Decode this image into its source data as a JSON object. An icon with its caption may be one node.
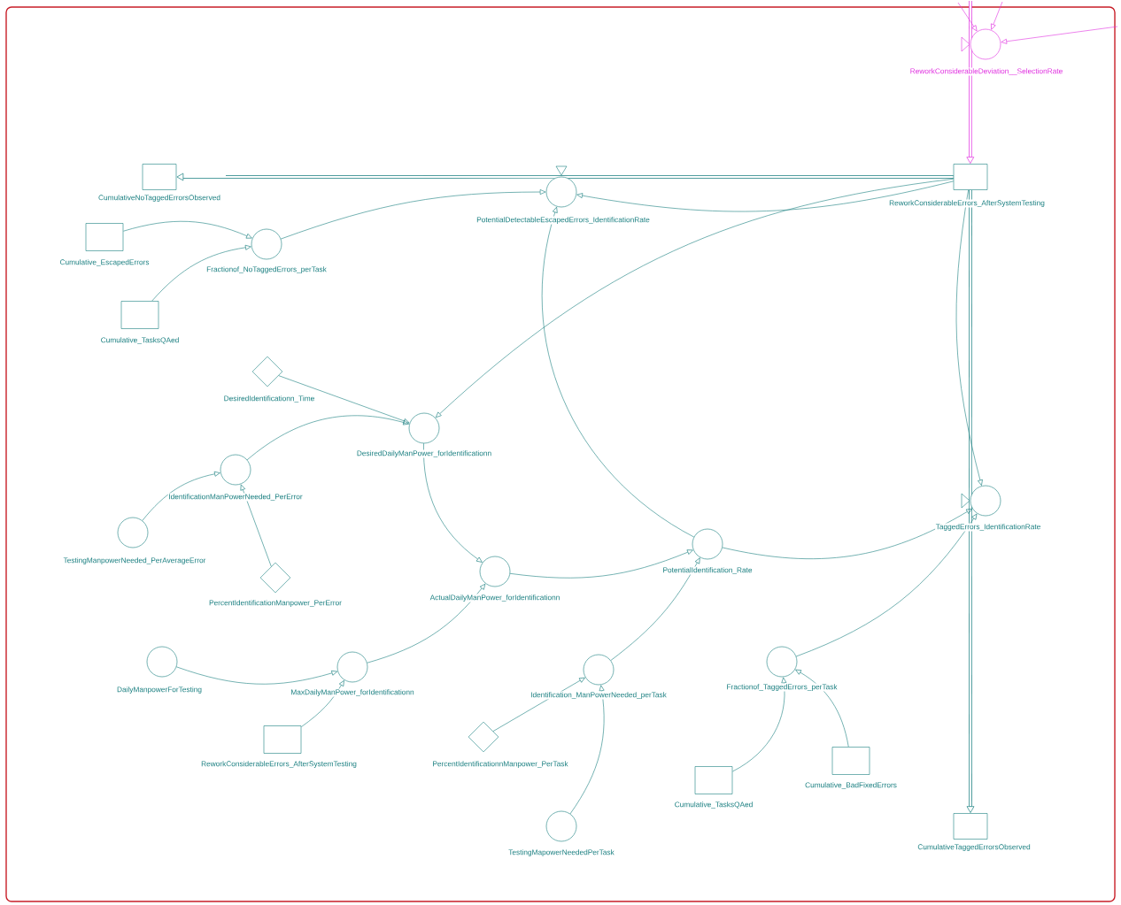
{
  "diagram": {
    "nodes": [
      {
        "text": [
          "CumulativeNoTaggedErrorsObserved"
        ]
      },
      {
        "text": [
          "PotentialDetectableEscapedErrors_IdentificationRate"
        ]
      },
      {
        "text": [
          "ReworkConsiderableErrors_AfterSystemTesting"
        ]
      },
      {
        "text": [
          "ReworkConsiderableDeviation__SelectionRate"
        ]
      },
      {
        "text": [
          "Cumulative_EscapedErrors"
        ]
      },
      {
        "text": [
          "Fractionof_NoTaggedErrors_perTask"
        ]
      },
      {
        "text": [
          "Cumulative_TasksQAed"
        ]
      },
      {
        "text": [
          "DesiredIdentificationn_Time"
        ]
      },
      {
        "text": [
          "DesiredDailyManPower_forIdentificationn"
        ]
      },
      {
        "text": [
          "IdentificationManPowerNeeded_PerError"
        ]
      },
      {
        "text": [
          "TestingManpowerNeeded_PerAverageError"
        ]
      },
      {
        "text": [
          "PercentIdentificationManpower_PerError"
        ]
      },
      {
        "text": [
          "ActualDailyManPower_forIdentificationn"
        ]
      },
      {
        "text": [
          "PotentialIdentification_Rate"
        ]
      },
      {
        "text": [
          "TaggedErrors_IdentificationRate"
        ]
      },
      {
        "text": [
          "DailyManpowerForTesting"
        ]
      },
      {
        "text": [
          "MaxDailyManPower_forIdentificationn"
        ]
      },
      {
        "text": [
          "Identification_ManPowerNeeded_perTask"
        ]
      },
      {
        "text": [
          "Fractionof_TaggedErrors_perTask"
        ]
      },
      {
        "text": [
          "ReworkConsiderableErrors_AfterSystemTesting"
        ]
      },
      {
        "text": [
          "PercentIdentificationnManpower_PerTask"
        ]
      },
      {
        "text": [
          "Cumulative_TasksQAed"
        ]
      },
      {
        "text": [
          "Cumulative_BadFixedErrors"
        ]
      },
      {
        "text": [
          "TestingMapowerNeededPerTask"
        ]
      },
      {
        "text": [
          "CumulativeTaggedErrorsObserved"
        ]
      }
    ],
    "edges": [
      {
        "from": null,
        "to": 3,
        "arrow": "none",
        "style": "thick",
        "color": "#e030e0"
      },
      {
        "from": 3,
        "to": 2,
        "arrow": "to",
        "style": "thick",
        "color": "#e030e0"
      },
      {
        "from": null,
        "to": 3,
        "arrow": "to",
        "color": "#e030e0"
      },
      {
        "from": null,
        "to": 3,
        "arrow": "to",
        "color": "#e030e0"
      },
      {
        "from": null,
        "to": 3,
        "arrow": "to",
        "color": "#e030e0"
      },
      {
        "from": 2,
        "to": 1,
        "arrow": "none",
        "style": "thick"
      },
      {
        "from": 1,
        "to": 0,
        "arrow": "to",
        "style": "thick"
      },
      {
        "from": 2,
        "to": 14,
        "arrow": "none",
        "style": "thick"
      },
      {
        "from": 14,
        "to": 24,
        "arrow": "to",
        "style": "thick"
      },
      {
        "from": 4,
        "to": 5,
        "arrow": "to"
      },
      {
        "from": 6,
        "to": 5,
        "arrow": "to"
      },
      {
        "from": 5,
        "to": 1,
        "arrow": "to"
      },
      {
        "from": 2,
        "to": 1,
        "arrow": "to"
      },
      {
        "from": 2,
        "to": 8,
        "arrow": "to"
      },
      {
        "from": 13,
        "to": 1,
        "arrow": "to"
      },
      {
        "from": 13,
        "to": 14,
        "arrow": "to"
      },
      {
        "from": 2,
        "to": 14,
        "arrow": "to"
      },
      {
        "from": 18,
        "to": 14,
        "arrow": "to"
      },
      {
        "from": 7,
        "to": 8,
        "arrow": "to"
      },
      {
        "from": 9,
        "to": 8,
        "arrow": "to"
      },
      {
        "from": 8,
        "to": 12,
        "arrow": "to"
      },
      {
        "from": 10,
        "to": 9,
        "arrow": "to"
      },
      {
        "from": 11,
        "to": 9,
        "arrow": "to"
      },
      {
        "from": 16,
        "to": 12,
        "arrow": "to"
      },
      {
        "from": 12,
        "to": 13,
        "arrow": "to"
      },
      {
        "from": 15,
        "to": 16,
        "arrow": "to"
      },
      {
        "from": 19,
        "to": 16,
        "arrow": "to"
      },
      {
        "from": 20,
        "to": 17,
        "arrow": "to"
      },
      {
        "from": 23,
        "to": 17,
        "arrow": "to"
      },
      {
        "from": 17,
        "to": 13,
        "arrow": "to"
      },
      {
        "from": 21,
        "to": 18,
        "arrow": "to"
      },
      {
        "from": 22,
        "to": 18,
        "arrow": "to"
      }
    ]
  }
}
